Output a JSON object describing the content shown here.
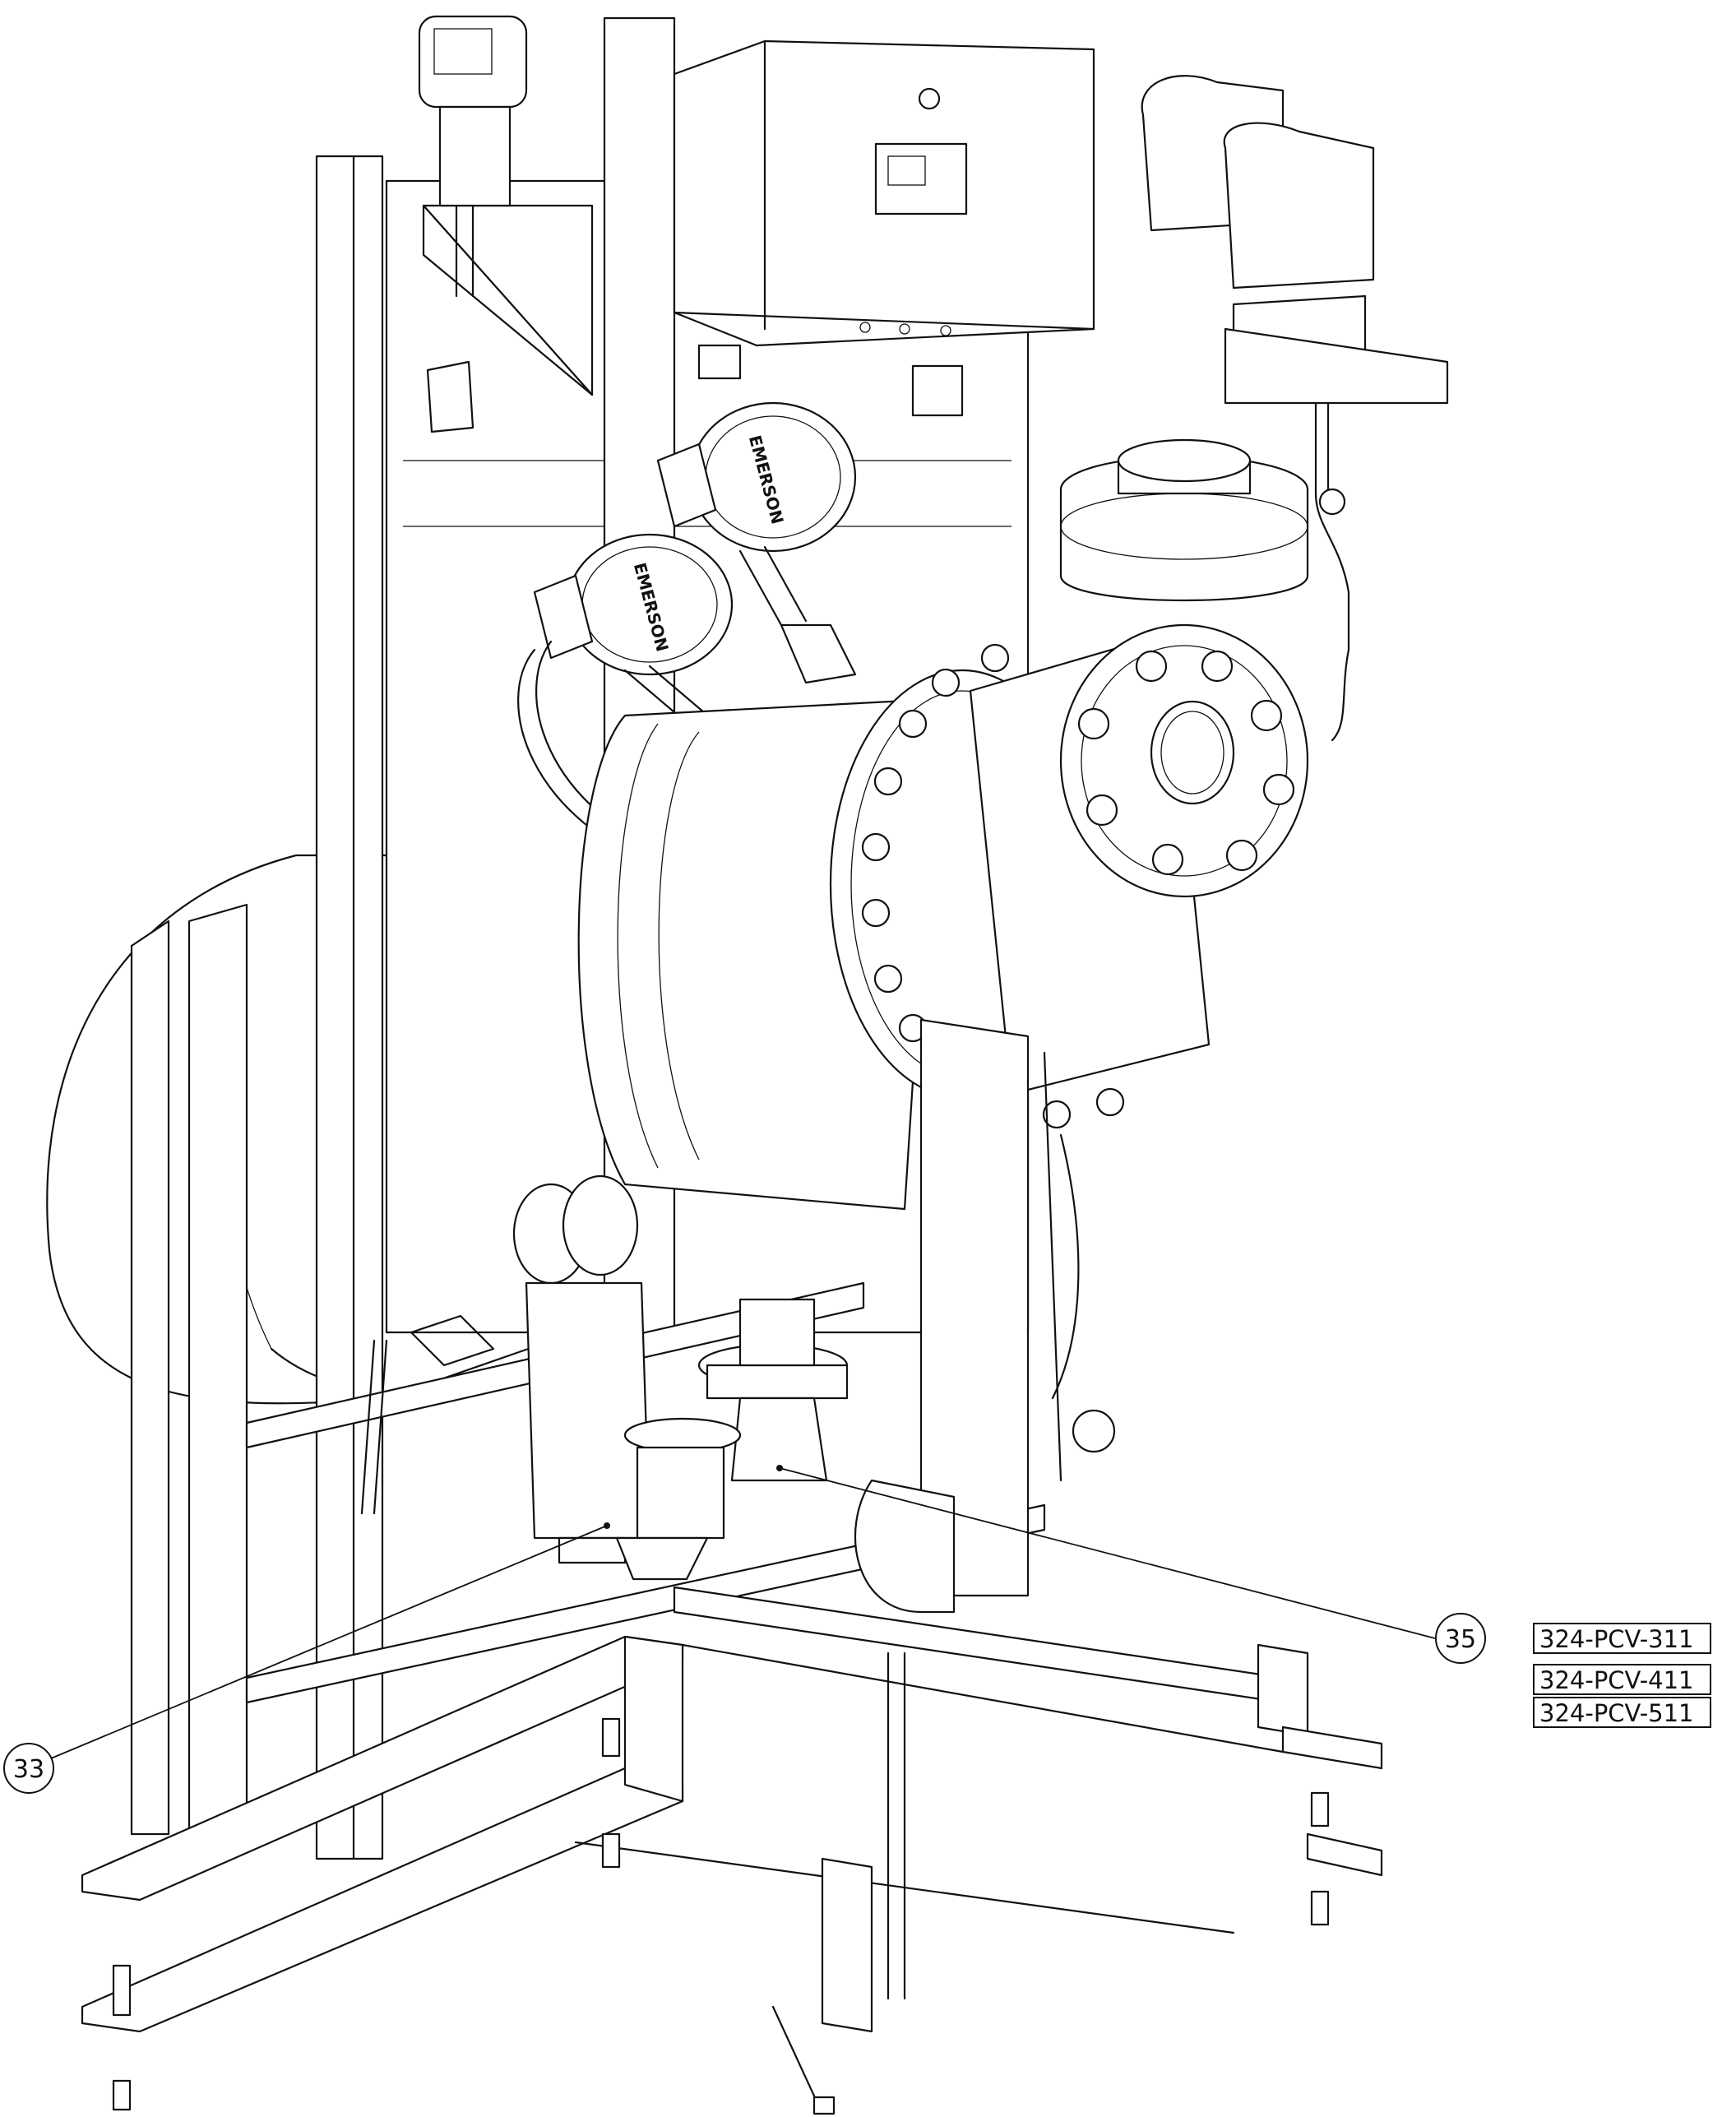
{
  "callouts": [
    {
      "number": "33"
    },
    {
      "number": "35"
    }
  ],
  "tags": [
    "324-PCV-311",
    "324-PCV-411",
    "324-PCV-511"
  ],
  "gauges": [
    {
      "brand": "EMERSON"
    },
    {
      "brand": "EMERSON"
    }
  ],
  "colors": {
    "line": "#111111",
    "paper": "#ffffff"
  }
}
